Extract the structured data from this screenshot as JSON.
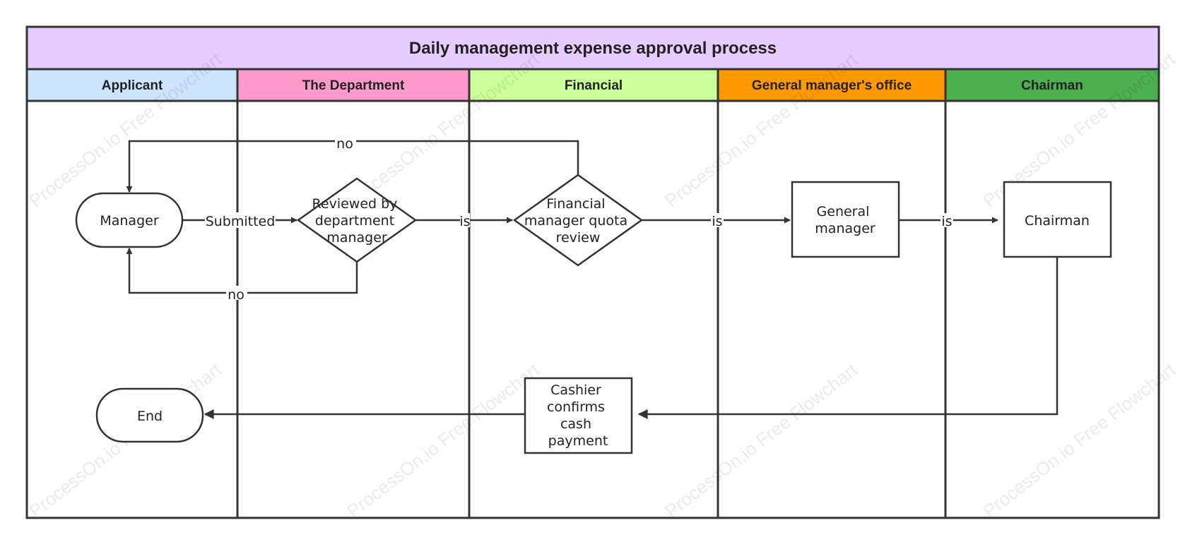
{
  "title": "Daily management expense approval process",
  "title_bg": "#e6ccff",
  "lanes": [
    {
      "label": "Applicant",
      "color": "#cce5ff"
    },
    {
      "label": "The Department",
      "color": "#ff99cc"
    },
    {
      "label": "Financial",
      "color": "#ccff99"
    },
    {
      "label": "General manager's office",
      "color": "#ff9900"
    },
    {
      "label": "Chairman",
      "color": "#4caf50"
    }
  ],
  "nodes": {
    "manager": {
      "label": "Manager"
    },
    "dept_review": {
      "lines": [
        "Reviewed by",
        "department",
        "manager"
      ]
    },
    "fin_review": {
      "lines": [
        "Financial",
        "manager quota",
        "review"
      ]
    },
    "general_manager": {
      "lines": [
        "General",
        "manager"
      ]
    },
    "chairman": {
      "label": "Chairman"
    },
    "cashier": {
      "lines": [
        "Cashier",
        "confirms",
        "cash",
        "payment"
      ]
    },
    "end": {
      "label": "End"
    }
  },
  "edges": {
    "submitted": "Submitted",
    "no_top": "no",
    "no_bottom": "no",
    "is_1": "is",
    "is_2": "is",
    "is_3": "is"
  },
  "watermark": "ProcessOn.io Free Flowchart"
}
